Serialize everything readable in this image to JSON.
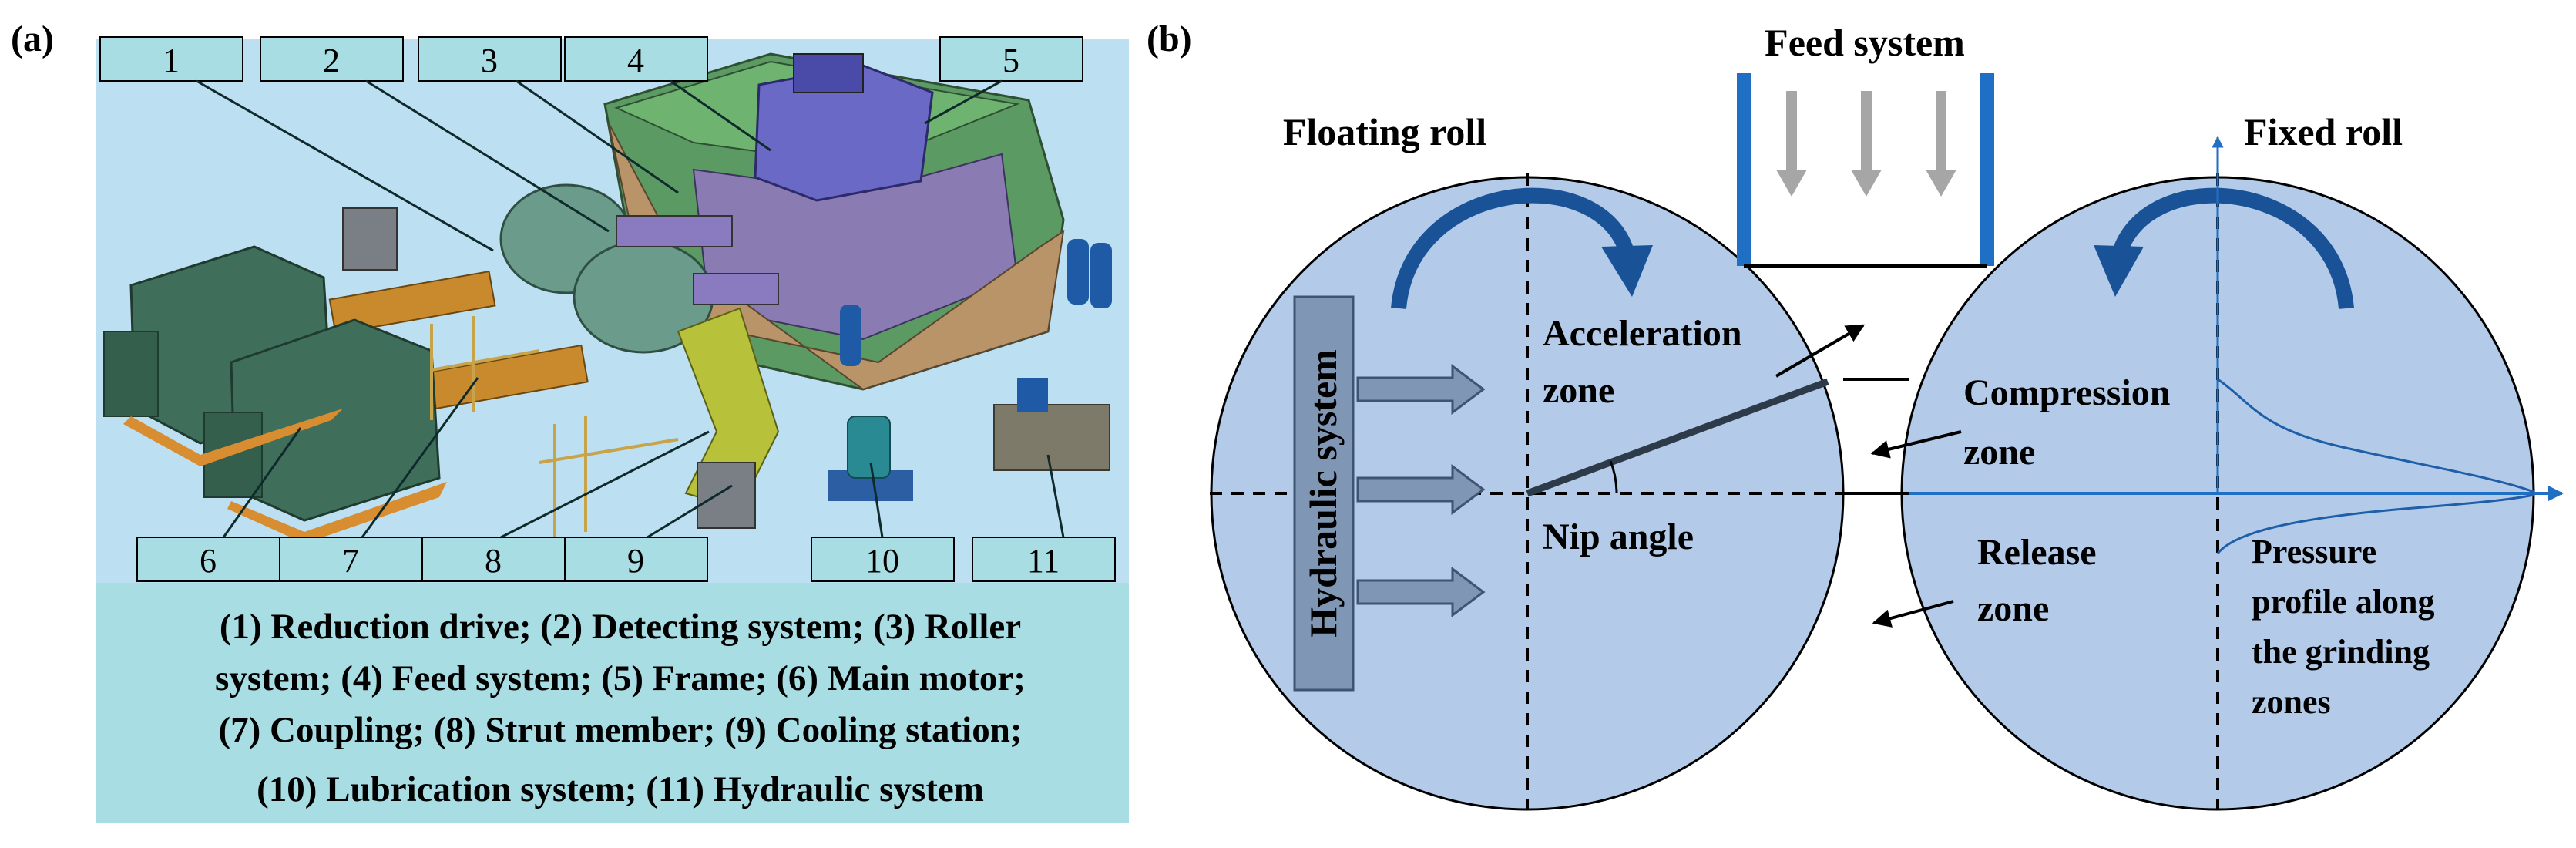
{
  "panel_a": {
    "label": "(a)",
    "callouts_top": [
      "1",
      "2",
      "3",
      "4",
      "5"
    ],
    "callouts_bottom": [
      "6",
      "7",
      "8",
      "9",
      "10",
      "11"
    ],
    "legend_lines": [
      "(1) Reduction drive; (2) Detecting system; (3) Roller",
      "system; (4) Feed system; (5) Frame; (6) Main motor;",
      "(7) Coupling; (8) Strut member; (9) Cooling station;",
      "(10) Lubrication system; (11) Hydraulic system"
    ]
  },
  "panel_b": {
    "label": "(b)",
    "feed_system": "Feed system",
    "floating_roll": "Floating roll",
    "fixed_roll": "Fixed roll",
    "hydraulic_system": "Hydraulic system",
    "acceleration_zone": [
      "Acceleration",
      "zone"
    ],
    "nip_angle": "Nip angle",
    "compression_zone": [
      "Compression",
      "zone"
    ],
    "release_zone": [
      "Release",
      "zone"
    ],
    "pressure_profile": [
      "Pressure",
      "profile along",
      "the grinding",
      "zones"
    ]
  },
  "colors": {
    "roll_fill": "#b3cbe8",
    "box_fill": "#a8dde3",
    "image_bg": "#bcdff2",
    "arrow_blue": "#1f5ea8",
    "hydraulic_arrow": "#7f97b4",
    "feed_arrow": "#a6a6a6"
  }
}
